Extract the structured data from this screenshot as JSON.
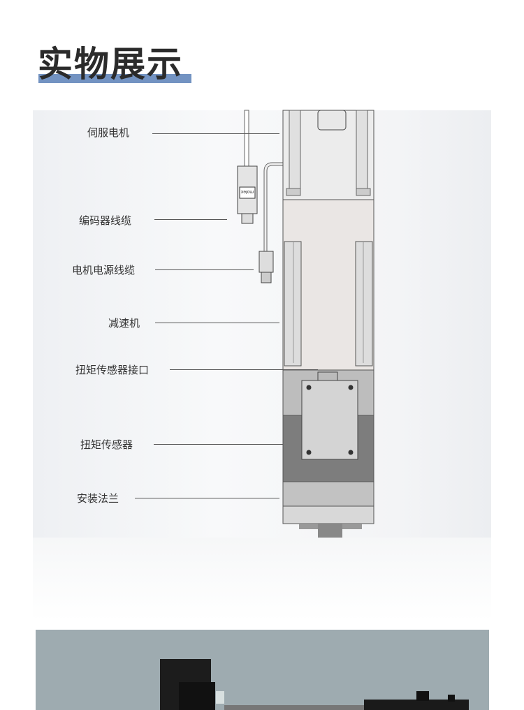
{
  "title": "实物展示",
  "accent_color": "#7393c2",
  "diagram": {
    "labels": [
      "伺服电机",
      "编码器线缆",
      "电机电源线缆",
      "减速机",
      "扭矩传感器接口",
      "扭矩传感器",
      "安装法兰"
    ],
    "connector_brand": "molex"
  }
}
